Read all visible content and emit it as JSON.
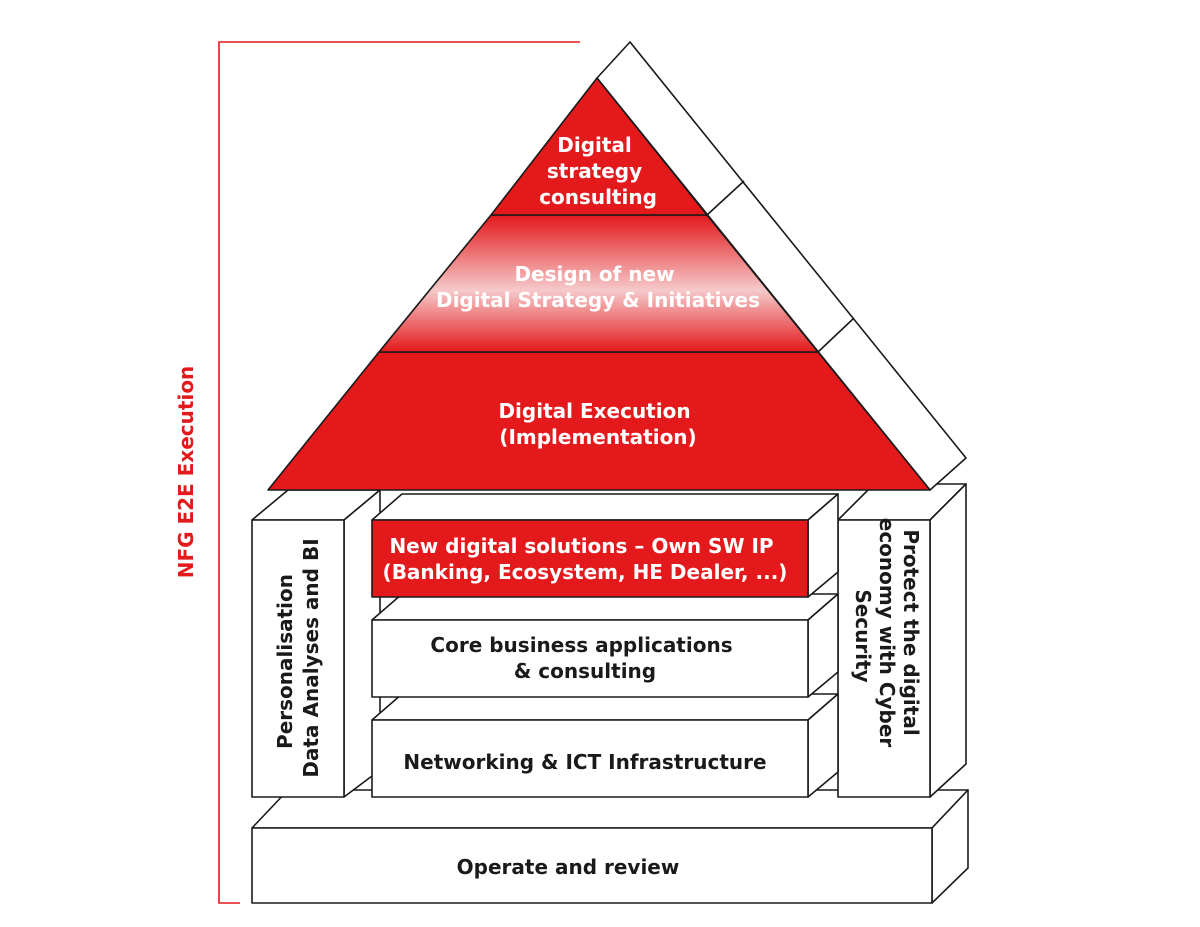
{
  "side_label": "NFG E2E Execution",
  "pyramid": {
    "top": [
      "Digital",
      "strategy",
      "consulting"
    ],
    "middle": [
      "Design of new",
      "Digital Strategy & Initiatives"
    ],
    "bottom": [
      "Digital Execution",
      "(Implementation)"
    ]
  },
  "left_pillar": [
    "Personalisation",
    "Data Analyses and BI"
  ],
  "right_pillar": [
    "Protect the digital",
    "economy with Cyber",
    "Security"
  ],
  "layers": {
    "new_solutions": [
      "New digital solutions – Own SW IP",
      "(Banking, Ecosystem, HE Dealer, ...)"
    ],
    "core_business": [
      "Core business applications",
      "& consulting"
    ],
    "networking": [
      "Networking & ICT Infrastructure"
    ]
  },
  "base": "Operate and review",
  "colors": {
    "red": "#e3191c",
    "outline": "#1a1a1a",
    "fill": "#ffffff"
  }
}
